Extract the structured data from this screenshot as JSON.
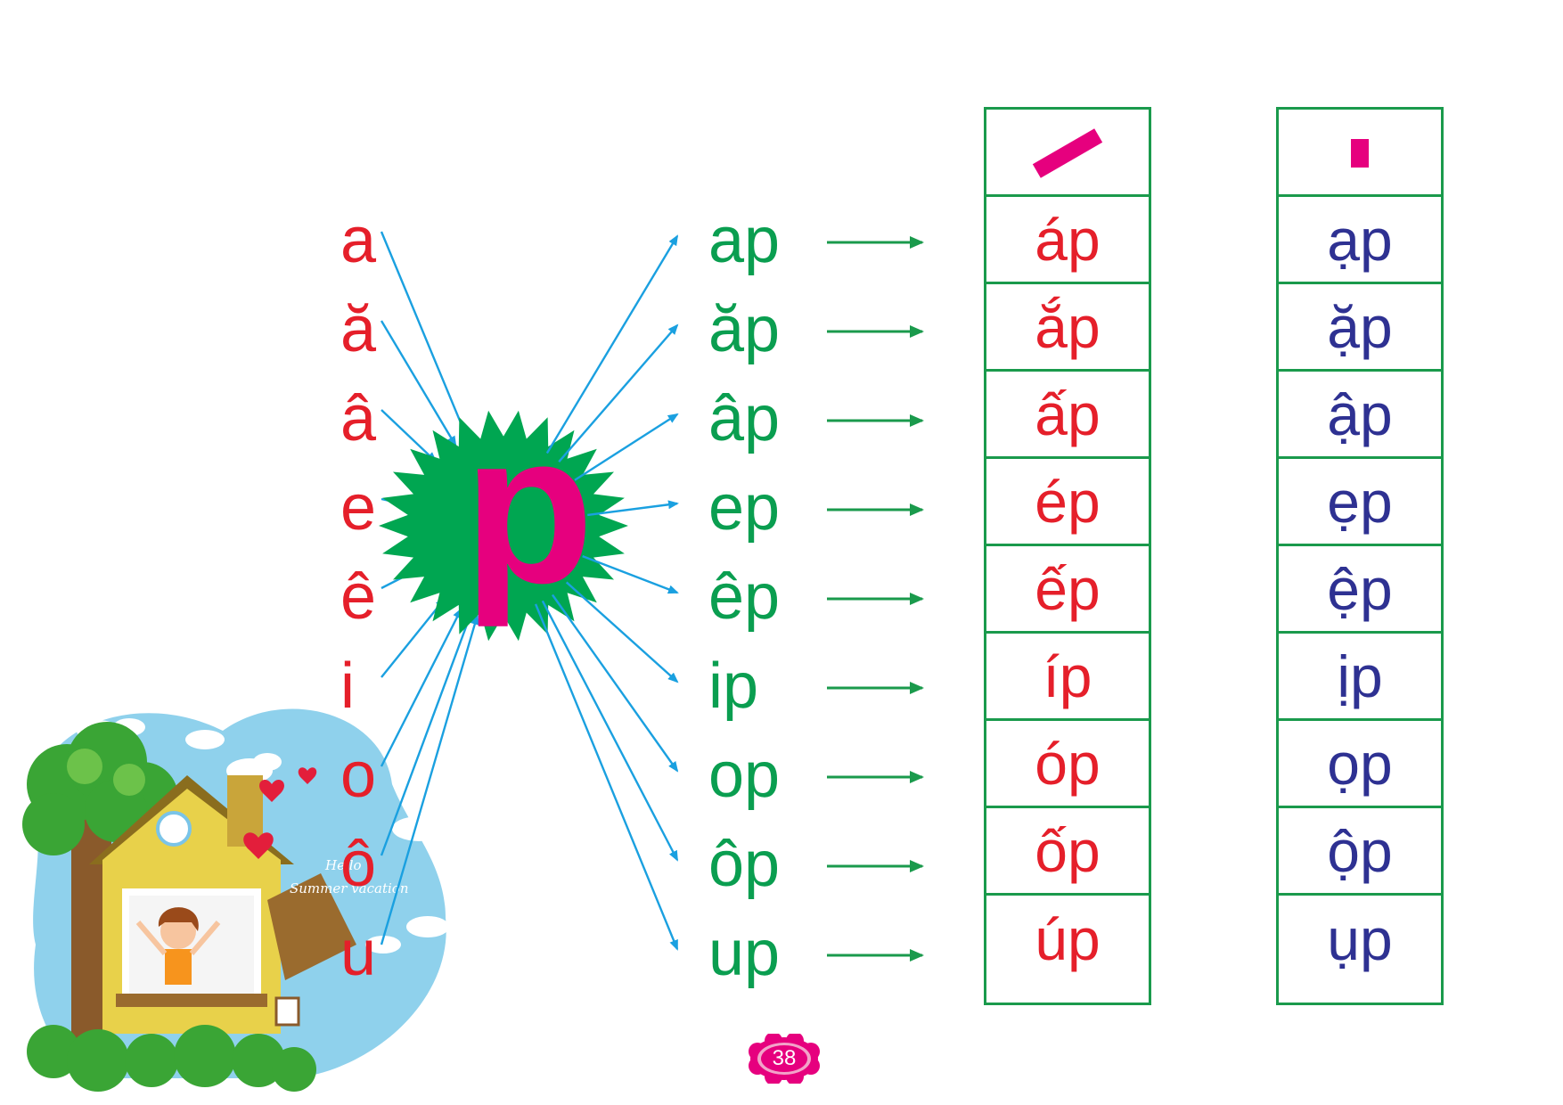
{
  "vowels": [
    "a",
    "ă",
    "â",
    "e",
    "ê",
    "i",
    "o",
    "ô",
    "u"
  ],
  "final_consonant": "p",
  "rhymes": [
    "ap",
    "ăp",
    "âp",
    "ep",
    "êp",
    "ip",
    "op",
    "ôp",
    "up"
  ],
  "sac_column": {
    "tone": "sắc",
    "cells": [
      "áp",
      "ắp",
      "ấp",
      "ép",
      "ếp",
      "íp",
      "óp",
      "ốp",
      "úp"
    ]
  },
  "nang_column": {
    "tone": "nặng",
    "cells": [
      "ạp",
      "ặp",
      "ập",
      "ẹp",
      "ệp",
      "ịp",
      "ọp",
      "ộp",
      "ụp"
    ]
  },
  "illustration": {
    "line1": "Hello",
    "line2": "Summer vacation"
  },
  "page_number": "38",
  "colors": {
    "vowel": "#e51f2a",
    "center_star": "#00a651",
    "center_letter": "#e6007e",
    "rhyme": "#0a9e50",
    "arrow_blue": "#1aa0e0",
    "arrow_green": "#1a9a4c",
    "table_border": "#1a9a4c",
    "sac_text": "#e51f2a",
    "nang_text": "#2e3192",
    "tone_mark": "#e6007e",
    "page_badge": "#e6007e"
  }
}
